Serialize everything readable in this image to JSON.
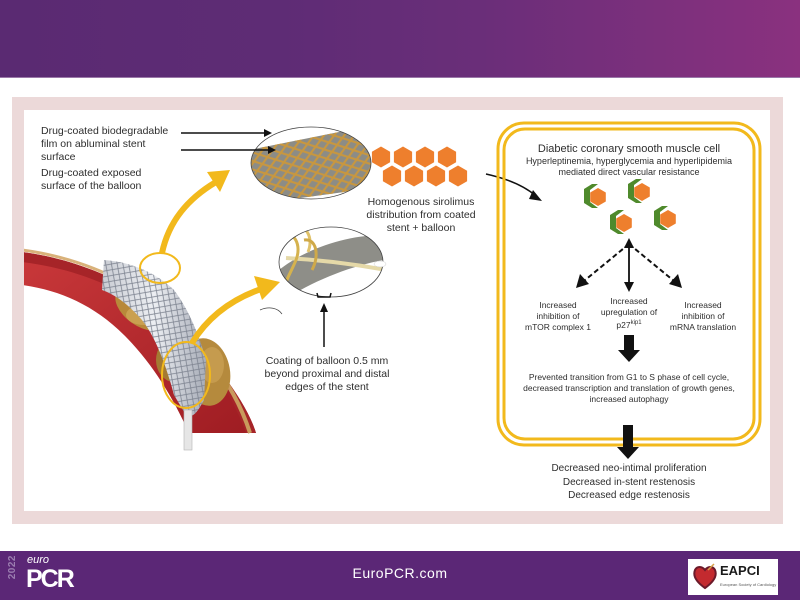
{
  "slide": {
    "labels": {
      "film": "Drug-coated biodegradable film on abluminal stent surface",
      "film_lines": [
        "Drug-coated biodegradable",
        "film on abluminal stent",
        "surface"
      ],
      "balloon_surface_lines": [
        "Drug-coated exposed",
        "surface of the balloon"
      ],
      "sirolimus_lines": [
        "Homogenous sirolimus",
        "distribution from coated",
        "stent + balloon"
      ],
      "coating_lines": [
        "Coating of balloon 0.5 mm",
        "beyond proximal and distal",
        "edges of the stent"
      ]
    },
    "cell_box": {
      "title": "Diabetic coronary smooth muscle cell",
      "subtitle_lines": [
        "Hyperleptinemia, hyperglycemia and hyperlipidemia",
        "mediated direct vascular resistance"
      ],
      "effects": [
        {
          "lines": [
            "Increased",
            "inhibition of",
            "mTOR complex 1"
          ]
        },
        {
          "lines": [
            "Increased",
            "upregulation of"
          ],
          "last_main": "p27",
          "last_sup": "kip1"
        },
        {
          "lines": [
            "Increased",
            "inhibition of",
            "mRNA translation"
          ]
        }
      ],
      "result_lines": [
        "Prevented transition from G1 to S phase of cell cycle,",
        "decreased transcription and translation of growth genes,",
        "increased autophagy"
      ]
    },
    "outcome_lines": [
      "Decreased neo-intimal proliferation",
      "Decreased in-stent restenosis",
      "Decreased edge restenosis"
    ],
    "colors": {
      "header_start": "#5a2a72",
      "header_end": "#8a317f",
      "footer": "#5b2776",
      "frame": "#ecd9d9",
      "yellow": "#f2b91c",
      "orange": "#ee7f2d",
      "green": "#4f8a2c",
      "artery_red": "#b8232a"
    }
  },
  "footer": {
    "logo_year": "2022",
    "logo_euro": "euro",
    "logo_pcr": "PCR",
    "site": "EuroPCR.com",
    "partner_name": "EAPCI",
    "partner_sub": "European Society of Cardiology"
  }
}
